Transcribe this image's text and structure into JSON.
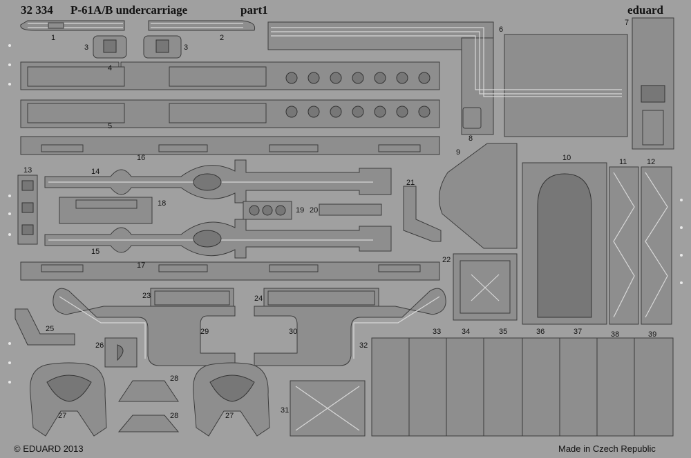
{
  "header": {
    "code": "32 334",
    "title": "P-61A/B undercarriage",
    "part": "part1",
    "brand": "eduard"
  },
  "footer": {
    "copyright": "© EDUARD 2013",
    "origin": "Made in Czech Republic"
  },
  "part_labels": [
    "1",
    "2",
    "3",
    "3",
    "4",
    "5",
    "6",
    "7",
    "8",
    "9",
    "10",
    "11",
    "12",
    "13",
    "14",
    "15",
    "16",
    "17",
    "18",
    "19",
    "20",
    "21",
    "22",
    "23",
    "24",
    "25",
    "26",
    "27",
    "27",
    "28",
    "28",
    "29",
    "30",
    "31",
    "32",
    "33",
    "34",
    "35",
    "36",
    "37",
    "38",
    "39"
  ],
  "colors": {
    "fret": "#a0a0a0",
    "part": "#8e8e8e",
    "outline": "#3c3c3c",
    "highlight": "#e6e6e6"
  }
}
